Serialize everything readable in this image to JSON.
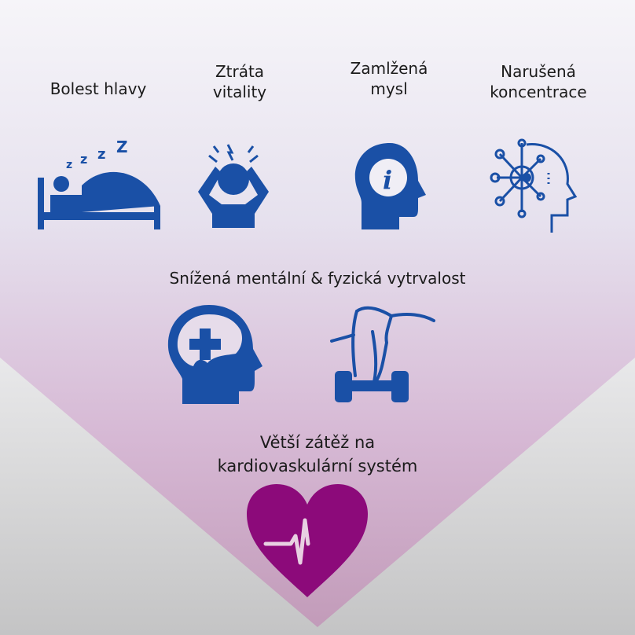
{
  "colors": {
    "icon_blue": "#1a50a6",
    "heart_magenta": "#8c0a7a",
    "triangle_top": "#f3f1f7",
    "triangle_bottom": "#c49cbc"
  },
  "symptoms_top": [
    {
      "label": "Bolest hlavy",
      "icon": "sleeping-in-bed-icon"
    },
    {
      "label": "Ztráta vitality",
      "line1": "Ztráta",
      "line2": "vitality",
      "icon": "headache-person-icon"
    },
    {
      "label": "Zamlžená mysl",
      "line1": "Zamlžená",
      "line2": "mysl",
      "icon": "head-info-icon"
    },
    {
      "label": "Narušená koncentrace",
      "line1": "Narušená",
      "line2": "koncentrace",
      "icon": "head-network-icon"
    }
  ],
  "middle": {
    "label": "Snížená mentální & fyzická vytrvalost",
    "icons": [
      "head-medical-cross-icon",
      "arm-dumbbell-icon"
    ]
  },
  "bottom": {
    "line1": "Větší zátěž na",
    "line2": "kardiovaskulární systém",
    "icon": "heart-pulse-icon"
  }
}
